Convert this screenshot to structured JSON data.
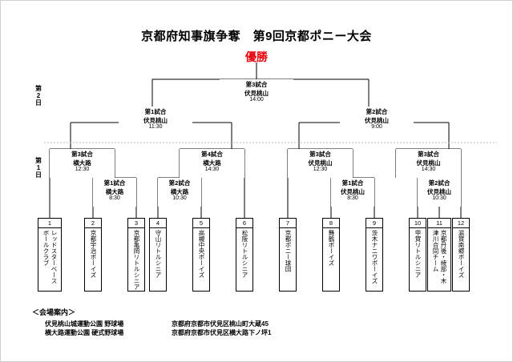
{
  "document": {
    "title": "京都府知事旗争奪　第9回京都ポニー大会",
    "champion_label": "優勝",
    "champion_color": "#e8000b"
  },
  "days": {
    "day2": "第\n2\n日",
    "day1": "第\n1\n日"
  },
  "matches": {
    "final": {
      "no": "第3試合",
      "venue": "伏見桃山",
      "time": "14:00"
    },
    "semi_left": {
      "no": "第1試合",
      "venue": "伏見桃山",
      "time": "11:30"
    },
    "semi_right": {
      "no": "第2試合",
      "venue": "伏見桃山",
      "time": "9:00"
    },
    "q1": {
      "no": "第3試合",
      "venue": "横大路",
      "time": "12:30"
    },
    "q2": {
      "no": "第4試合",
      "venue": "横大路",
      "time": "14:30"
    },
    "q3": {
      "no": "第3試合",
      "venue": "伏見桃山",
      "time": "12:30"
    },
    "q4": {
      "no": "第3試合",
      "venue": "伏見桃山",
      "time": "14:30"
    },
    "r1": {
      "no": "第1試合",
      "venue": "横大路",
      "time": "8:30"
    },
    "r2": {
      "no": "第2試合",
      "venue": "横大路",
      "time": "10:30"
    },
    "r3": {
      "no": "第1試合",
      "venue": "伏見桃山",
      "time": "8:30"
    },
    "r4": {
      "no": "第2試合",
      "venue": "伏見桃山",
      "time": "10:30"
    }
  },
  "teams": [
    {
      "no": "1",
      "cols": [
        "レッドスターベース",
        "ボールクラブ"
      ]
    },
    {
      "no": "2",
      "cols": [
        "京都宇治ボーイズ"
      ]
    },
    {
      "no": "3",
      "cols": [
        "京都亀岡リトルシニア"
      ]
    },
    {
      "no": "4",
      "cols": [
        "守山リトルシニア"
      ]
    },
    {
      "no": "5",
      "cols": [
        "高槻中央ボーイズ"
      ]
    },
    {
      "no": "6",
      "cols": [
        "松阪リトルシニア"
      ]
    },
    {
      "no": "7",
      "cols": [
        "京都ポニー球団"
      ]
    },
    {
      "no": "8",
      "cols": [
        "舞鶴ボーイズ"
      ]
    },
    {
      "no": "9",
      "cols": [
        "茨木ナニワボーイズ"
      ]
    },
    {
      "no": "10",
      "cols": [
        "甲賀リトルシニア"
      ]
    },
    {
      "no": "11",
      "cols": [
        "京都丹後・綾部・木",
        "津川合同チーム"
      ]
    },
    {
      "no": "12",
      "cols": [
        "滋賀南郷ボーイズ"
      ]
    }
  ],
  "venue_guide": {
    "heading": "＜会場案内＞",
    "rows": [
      {
        "name": "伏見桃山城運動公園 野球場",
        "address": "京都府京都市伏見区桃山町大蔵45"
      },
      {
        "name": "横大路運動公園 硬式野球場",
        "address": "京都府京都市伏見区横大路下ノ坪1"
      }
    ]
  }
}
